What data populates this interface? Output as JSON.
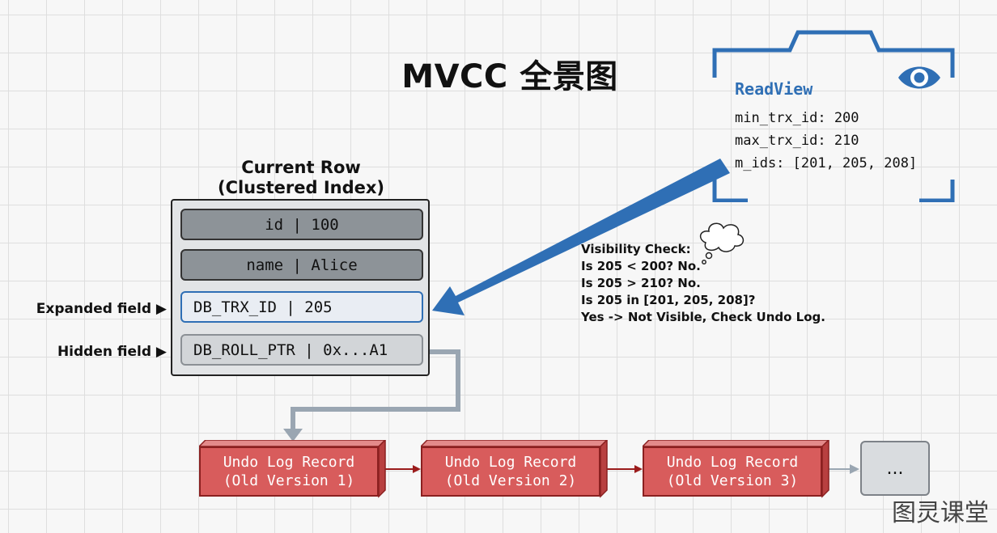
{
  "title": "MVCC 全景图",
  "current_row": {
    "caption_line1": "Current Row",
    "caption_line2": "(Clustered Index)",
    "fields": [
      {
        "text": "id | 100"
      },
      {
        "text": "name | Alice"
      },
      {
        "text": "DB_TRX_ID | 205"
      },
      {
        "text": "DB_ROLL_PTR | 0x...A1"
      }
    ],
    "expanded_label": "Expanded field ▶",
    "hidden_label": "Hidden field ▶"
  },
  "readview": {
    "title": "ReadView",
    "icon": "eye-icon",
    "min_trx_id": "min_trx_id: 200",
    "max_trx_id": "max_trx_id: 210",
    "m_ids": "m_ids: [201, 205, 208]"
  },
  "visibility_check": {
    "lines": [
      "Visibility Check:",
      "Is 205 < 200? No.",
      "Is 205 > 210? No.",
      "Is 205 in [201, 205, 208]?",
      "Yes -> Not Visible, Check Undo Log."
    ],
    "icon": "thought-cloud-icon"
  },
  "undo_log": [
    {
      "line1": "Undo Log Record",
      "line2": "(Old Version 1)"
    },
    {
      "line1": "Undo Log Record",
      "line2": "(Old Version 2)"
    },
    {
      "line1": "Undo Log Record",
      "line2": "(Old Version 3)"
    }
  ],
  "more": "...",
  "watermark": "图灵课堂",
  "colors": {
    "blue": "#2f6fb5",
    "undo_red": "#d85c5c",
    "arrow_gray": "#9aa6b2"
  }
}
